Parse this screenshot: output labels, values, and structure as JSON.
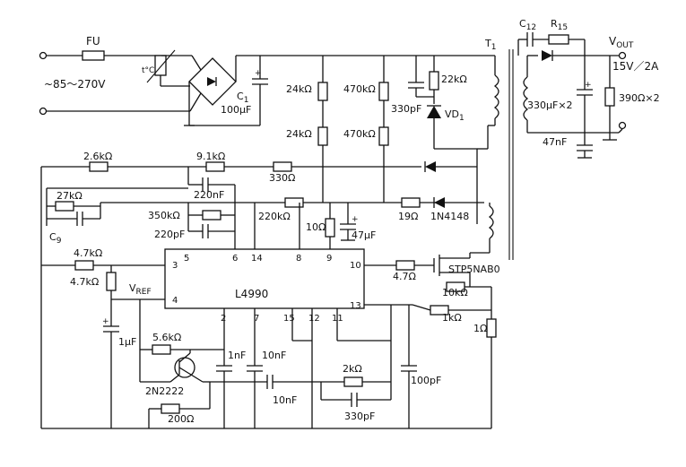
{
  "input": {
    "fuse": "FU",
    "voltage": "~85～270V",
    "thermistor": "t°C"
  },
  "output": {
    "vout": "V_OUT",
    "vout_main": "V",
    "vout_sub": "OUT",
    "spec": "15V／2A",
    "r_load": "390Ω×2",
    "c_out": "330μF×2",
    "c_47n": "47nF"
  },
  "ic": {
    "name": "L4990",
    "vref": "V_REF",
    "vref_main": "V",
    "vref_sub": "REF",
    "pins": [
      "3",
      "5",
      "6",
      "14",
      "8",
      "9",
      "10",
      "4",
      "2",
      "7",
      "15",
      "12",
      "11",
      "13"
    ]
  },
  "labels": {
    "c1": "C1",
    "c1_main": "C",
    "c1_sub": "1",
    "c1_val": "100μF",
    "r24k_a": "24kΩ",
    "r24k_b": "24kΩ",
    "r470k_a": "470kΩ",
    "r470k_b": "470kΩ",
    "c330p": "330pF",
    "r22k": "22kΩ",
    "vd1": "VD1",
    "vd1_main": "VD",
    "vd1_sub": "1",
    "t1": "T1",
    "t1_main": "T",
    "t1_sub": "1",
    "c12": "C12",
    "c12_main": "C",
    "c12_sub": "12",
    "r15": "R15",
    "r15_main": "R",
    "r15_sub": "15",
    "r2_6k": "2.6kΩ",
    "r9_1k": "9.1kΩ",
    "r330": "330Ω",
    "c220n": "220nF",
    "r27k": "27kΩ",
    "c9": "C9",
    "c9_main": "C",
    "c9_sub": "9",
    "r350k": "350kΩ",
    "r220k": "220kΩ",
    "c220p": "220pF",
    "r10": "10Ω",
    "c47u": "47μF",
    "r19": "19Ω",
    "d1n4148": "1N4148",
    "mosfet": "STP5NAB0",
    "r4_7k_a": "4.7kΩ",
    "r4_7k_b": "4.7kΩ",
    "r4_7": "4.7Ω",
    "r10k": "10kΩ",
    "r1k": "1kΩ",
    "r1": "1Ω",
    "c1u": "1μF",
    "r5_6k": "5.6kΩ",
    "c1n": "1nF",
    "c10n_a": "10nF",
    "c10n_b": "10nF",
    "r2k": "2kΩ",
    "c330p_b": "330pF",
    "c100p": "100pF",
    "q": "2N2222",
    "r200": "200Ω"
  }
}
